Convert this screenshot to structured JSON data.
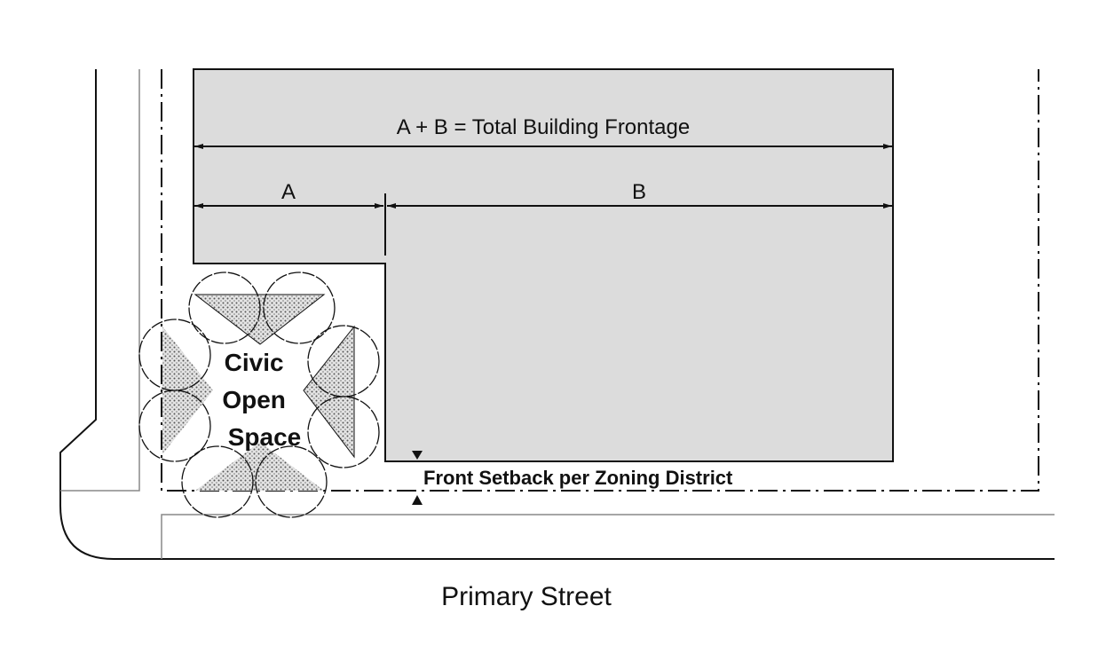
{
  "diagram": {
    "total_label": "A + B = Total Building Frontage",
    "segment_a_label": "A",
    "segment_b_label": "B",
    "open_space_label": [
      "Civic",
      "Open",
      "Space"
    ],
    "setback_label": "Front Setback per Zoning District",
    "street_label": "Primary Street",
    "colors": {
      "building": "#dcdcdc",
      "line": "#111111",
      "hatch": "#888888"
    }
  }
}
